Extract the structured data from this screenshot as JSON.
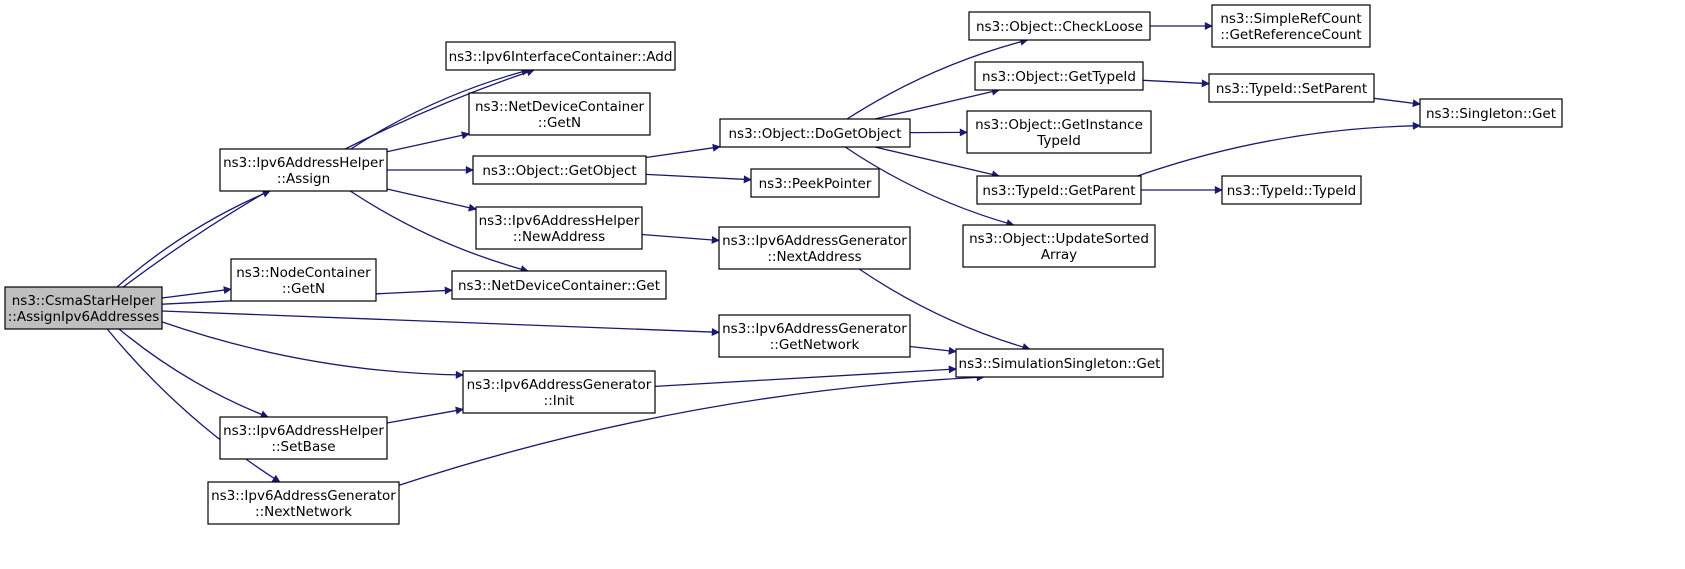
{
  "graph": {
    "nodes": [
      {
        "id": "root",
        "lines": [
          "ns3::CsmaStarHelper",
          "::AssignIpv6Addresses"
        ],
        "root": true
      },
      {
        "id": "ipv6ic_add",
        "lines": [
          "ns3::Ipv6InterfaceContainer::Add"
        ]
      },
      {
        "id": "ipv6ah_assign",
        "lines": [
          "ns3::Ipv6AddressHelper",
          "::Assign"
        ]
      },
      {
        "id": "ndc_getn",
        "lines": [
          "ns3::NetDeviceContainer",
          "::GetN"
        ]
      },
      {
        "id": "obj_getobject",
        "lines": [
          "ns3::Object::GetObject"
        ]
      },
      {
        "id": "ipv6ah_newaddr",
        "lines": [
          "ns3::Ipv6AddressHelper",
          "::NewAddress"
        ]
      },
      {
        "id": "nc_getn",
        "lines": [
          "ns3::NodeContainer",
          "::GetN"
        ]
      },
      {
        "id": "ndc_get",
        "lines": [
          "ns3::NetDeviceContainer::Get"
        ]
      },
      {
        "id": "ipv6ag_init",
        "lines": [
          "ns3::Ipv6AddressGenerator",
          "::Init"
        ]
      },
      {
        "id": "ipv6ah_setbase",
        "lines": [
          "ns3::Ipv6AddressHelper",
          "::SetBase"
        ]
      },
      {
        "id": "ipv6ag_nextnet",
        "lines": [
          "ns3::Ipv6AddressGenerator",
          "::NextNetwork"
        ]
      },
      {
        "id": "obj_dogetobject",
        "lines": [
          "ns3::Object::DoGetObject"
        ]
      },
      {
        "id": "peekpointer",
        "lines": [
          "ns3::PeekPointer"
        ]
      },
      {
        "id": "ipv6ag_nextaddr",
        "lines": [
          "ns3::Ipv6AddressGenerator",
          "::NextAddress"
        ]
      },
      {
        "id": "ipv6ag_getnet",
        "lines": [
          "ns3::Ipv6AddressGenerator",
          "::GetNetwork"
        ]
      },
      {
        "id": "simsingleton_get",
        "lines": [
          "ns3::SimulationSingleton::Get"
        ]
      },
      {
        "id": "obj_checkloose",
        "lines": [
          "ns3::Object::CheckLoose"
        ]
      },
      {
        "id": "obj_gettypeid",
        "lines": [
          "ns3::Object::GetTypeId"
        ]
      },
      {
        "id": "obj_getinstancetypeid",
        "lines": [
          "ns3::Object::GetInstance",
          "TypeId"
        ]
      },
      {
        "id": "typeid_getparent",
        "lines": [
          "ns3::TypeId::GetParent"
        ]
      },
      {
        "id": "obj_updatesorted",
        "lines": [
          "ns3::Object::UpdateSorted",
          "Array"
        ]
      },
      {
        "id": "simplerefcount_get",
        "lines": [
          "ns3::SimpleRefCount",
          "::GetReferenceCount"
        ]
      },
      {
        "id": "typeid_setparent",
        "lines": [
          "ns3::TypeId::SetParent"
        ]
      },
      {
        "id": "typeid_typeid",
        "lines": [
          "ns3::TypeId::TypeId"
        ]
      },
      {
        "id": "singleton_get",
        "lines": [
          "ns3::Singleton::Get"
        ]
      }
    ],
    "edges": [
      {
        "from": "root",
        "to": "ipv6ic_add"
      },
      {
        "from": "root",
        "to": "ipv6ah_assign"
      },
      {
        "from": "root",
        "to": "ndc_get"
      },
      {
        "from": "root",
        "to": "nc_getn"
      },
      {
        "from": "root",
        "to": "ipv6ag_getnet"
      },
      {
        "from": "root",
        "to": "ipv6ag_init"
      },
      {
        "from": "root",
        "to": "ipv6ah_setbase"
      },
      {
        "from": "root",
        "to": "ipv6ag_nextnet"
      },
      {
        "from": "ipv6ah_assign",
        "to": "ipv6ic_add"
      },
      {
        "from": "ipv6ah_assign",
        "to": "ndc_getn"
      },
      {
        "from": "ipv6ah_assign",
        "to": "obj_getobject"
      },
      {
        "from": "ipv6ah_assign",
        "to": "ipv6ah_newaddr"
      },
      {
        "from": "ipv6ah_assign",
        "to": "ndc_get"
      },
      {
        "from": "obj_getobject",
        "to": "obj_dogetobject"
      },
      {
        "from": "obj_getobject",
        "to": "peekpointer"
      },
      {
        "from": "ipv6ah_newaddr",
        "to": "ipv6ag_nextaddr"
      },
      {
        "from": "ipv6ah_setbase",
        "to": "ipv6ag_init"
      },
      {
        "from": "ipv6ag_init",
        "to": "simsingleton_get"
      },
      {
        "from": "ipv6ag_nextnet",
        "to": "simsingleton_get"
      },
      {
        "from": "ipv6ag_nextaddr",
        "to": "simsingleton_get"
      },
      {
        "from": "ipv6ag_getnet",
        "to": "simsingleton_get"
      },
      {
        "from": "obj_dogetobject",
        "to": "obj_checkloose"
      },
      {
        "from": "obj_dogetobject",
        "to": "obj_gettypeid"
      },
      {
        "from": "obj_dogetobject",
        "to": "obj_getinstancetypeid"
      },
      {
        "from": "obj_dogetobject",
        "to": "typeid_getparent"
      },
      {
        "from": "obj_dogetobject",
        "to": "obj_updatesorted"
      },
      {
        "from": "obj_checkloose",
        "to": "simplerefcount_get"
      },
      {
        "from": "obj_gettypeid",
        "to": "typeid_setparent"
      },
      {
        "from": "typeid_setparent",
        "to": "singleton_get"
      },
      {
        "from": "typeid_getparent",
        "to": "singleton_get"
      },
      {
        "from": "typeid_getparent",
        "to": "typeid_typeid"
      }
    ],
    "colors": {
      "edge": "#191970",
      "node_border": "#000000",
      "node_fill": "#ffffff",
      "root_fill": "#bfbfbf"
    }
  }
}
